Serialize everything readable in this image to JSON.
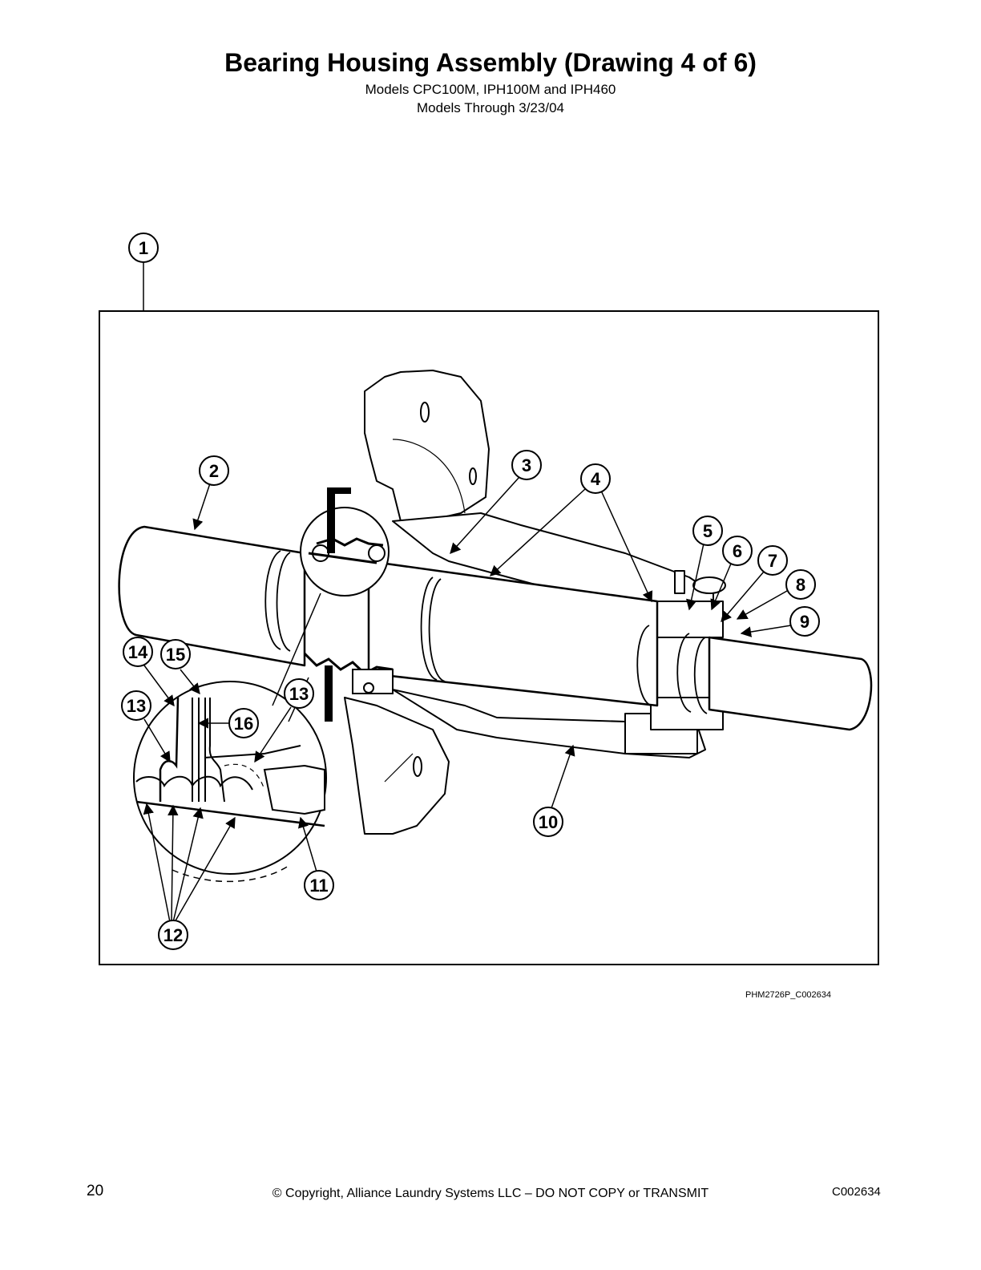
{
  "page": {
    "title": "Bearing Housing Assembly (Drawing 4 of 6)",
    "subtitle_1": "Models CPC100M, IPH100M and IPH460",
    "subtitle_2": "Models Through 3/23/04",
    "drawing_code": "PHM2726P_C002634",
    "page_number": "20",
    "copyright": "© Copyright, Alliance Laundry Systems LLC – DO NOT COPY or TRANSMIT",
    "document_code": "C002634"
  },
  "callouts": [
    {
      "id": "c1",
      "label": "1"
    },
    {
      "id": "c2",
      "label": "2"
    },
    {
      "id": "c3",
      "label": "3"
    },
    {
      "id": "c4",
      "label": "4"
    },
    {
      "id": "c5",
      "label": "5"
    },
    {
      "id": "c6",
      "label": "6"
    },
    {
      "id": "c7",
      "label": "7"
    },
    {
      "id": "c8",
      "label": "8"
    },
    {
      "id": "c9",
      "label": "9"
    },
    {
      "id": "c10",
      "label": "10"
    },
    {
      "id": "c11",
      "label": "11"
    },
    {
      "id": "c12",
      "label": "12"
    },
    {
      "id": "c13a",
      "label": "13"
    },
    {
      "id": "c13b",
      "label": "13"
    },
    {
      "id": "c14",
      "label": "14"
    },
    {
      "id": "c15",
      "label": "15"
    },
    {
      "id": "c16",
      "label": "16"
    }
  ]
}
